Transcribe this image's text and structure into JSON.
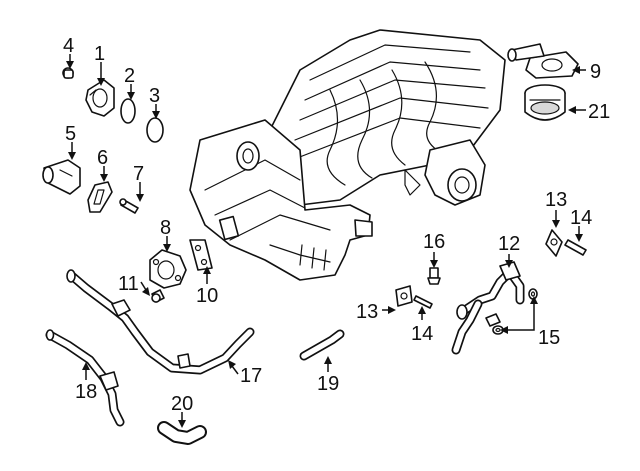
{
  "diagram": {
    "callouts": [
      {
        "id": "c1",
        "text": "1"
      },
      {
        "id": "c2",
        "text": "2"
      },
      {
        "id": "c3",
        "text": "3"
      },
      {
        "id": "c4",
        "text": "4"
      },
      {
        "id": "c5",
        "text": "5"
      },
      {
        "id": "c6",
        "text": "6"
      },
      {
        "id": "c7",
        "text": "7"
      },
      {
        "id": "c8",
        "text": "8"
      },
      {
        "id": "c9",
        "text": "9"
      },
      {
        "id": "c10",
        "text": "10"
      },
      {
        "id": "c11",
        "text": "11"
      },
      {
        "id": "c12",
        "text": "12"
      },
      {
        "id": "c13a",
        "text": "13"
      },
      {
        "id": "c13b",
        "text": "13"
      },
      {
        "id": "c14a",
        "text": "14"
      },
      {
        "id": "c14b",
        "text": "14"
      },
      {
        "id": "c15",
        "text": "15"
      },
      {
        "id": "c16",
        "text": "16"
      },
      {
        "id": "c17",
        "text": "17"
      },
      {
        "id": "c18",
        "text": "18"
      },
      {
        "id": "c19",
        "text": "19"
      },
      {
        "id": "c20",
        "text": "20"
      },
      {
        "id": "c21",
        "text": "21"
      }
    ],
    "colors": {
      "ink": "#111111",
      "paper": "#ffffff",
      "shade": "#d9d9d9"
    }
  }
}
